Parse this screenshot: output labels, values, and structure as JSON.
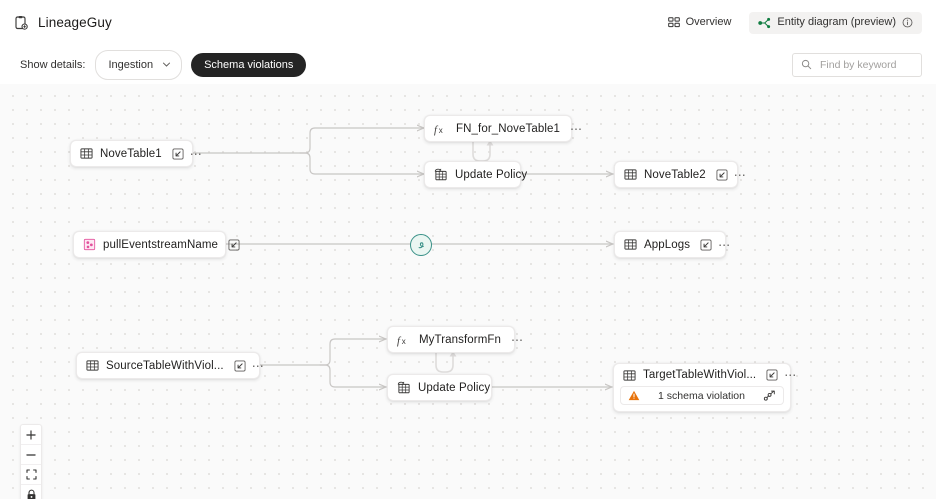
{
  "header": {
    "logo_icon": "lineage-logo-icon",
    "title": "LineageGuy",
    "overview_label": "Overview",
    "overview_icon": "grid-overview-icon",
    "entity_diagram_label": "Entity diagram (preview)",
    "entity_diagram_icon": "entity-diagram-icon",
    "info_icon": "info-icon"
  },
  "toolbar": {
    "show_details_label": "Show details:",
    "details_value": "Ingestion",
    "chevron_icon": "chevron-down-icon",
    "schema_violations_label": "Schema violations",
    "search_placeholder": "Find by keyword",
    "search_value": "",
    "search_icon": "search-icon"
  },
  "canvas": {
    "zoom_controls": [
      {
        "name": "zoom-in-button",
        "icon": "plus-icon"
      },
      {
        "name": "zoom-out-button",
        "icon": "minus-icon"
      },
      {
        "name": "fit-to-screen-button",
        "icon": "fit-screen-icon"
      },
      {
        "name": "lock-canvas-button",
        "icon": "lock-icon"
      }
    ],
    "nodes": [
      {
        "id": "novetable1",
        "label": "NoveTable1",
        "icon": "table-icon",
        "expand_icon": "expand-icon",
        "menu_icon": "more-options-icon"
      },
      {
        "id": "fn_for_nove",
        "label": "FN_for_NoveTable1",
        "icon": "function-icon",
        "menu_icon": "more-options-icon"
      },
      {
        "id": "update_policy_1",
        "label": "Update Policy",
        "icon": "update-policy-icon"
      },
      {
        "id": "novetable2",
        "label": "NoveTable2",
        "icon": "table-icon",
        "expand_icon": "expand-icon",
        "menu_icon": "more-options-icon"
      },
      {
        "id": "pulleventstream",
        "label": "pullEventstreamName",
        "icon": "eventstream-icon",
        "expand_icon": "expand-icon"
      },
      {
        "id": "applogs",
        "label": "AppLogs",
        "icon": "table-icon",
        "expand_icon": "expand-icon",
        "menu_icon": "more-options-icon"
      },
      {
        "id": "sourcetable",
        "label": "SourceTableWithViol...",
        "icon": "table-icon",
        "expand_icon": "expand-icon",
        "menu_icon": "more-options-icon"
      },
      {
        "id": "mytransformfn",
        "label": "MyTransformFn",
        "icon": "function-icon",
        "menu_icon": "more-options-icon"
      },
      {
        "id": "update_policy_2",
        "label": "Update Policy",
        "icon": "update-policy-icon"
      },
      {
        "id": "targettable",
        "label": "TargetTableWithViol...",
        "icon": "table-icon",
        "expand_icon": "expand-icon",
        "menu_icon": "more-options-icon",
        "violation": {
          "label": "1 schema violation",
          "warning_icon": "warning-triangle-icon",
          "link_icon": "branch-link-icon"
        }
      }
    ],
    "edge_badge": {
      "id": "eventstream-badge",
      "icon": "eventstream-flow-icon"
    }
  },
  "colors": {
    "accent_dark": "#242424",
    "canvas_bg": "#fafafa",
    "grid_dot": "#e3e1df",
    "edge": "#c8c6c4",
    "warning": "#e8730a",
    "teal": "#3a9188",
    "pink": "#e3519c",
    "green_dot": "#107c41"
  }
}
